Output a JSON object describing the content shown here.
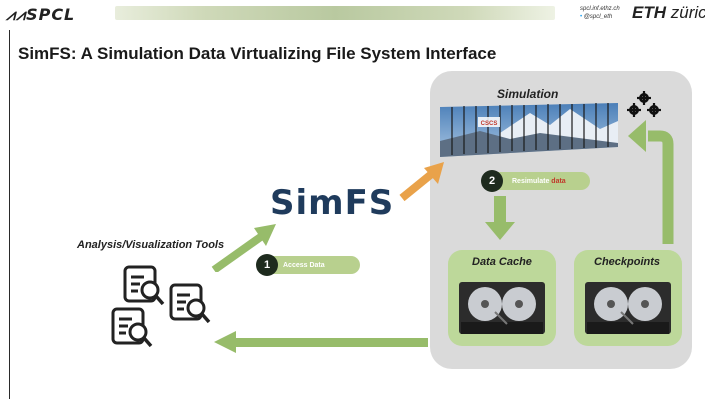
{
  "header": {
    "brand": "SPCL",
    "contact_line1": "spcl.inf.ethz.ch",
    "contact_line2": "@spcl_eth",
    "eth_bold": "ETH",
    "eth_rest": "zürich"
  },
  "slide": {
    "title": "SimFS: A Simulation Data Virtualizing File System Interface",
    "simulation_label": "Simulation",
    "simfs_logo": "SimFS",
    "tools_label": "Analysis/Visualization Tools",
    "step1": {
      "number": "1",
      "text": "Access Data"
    },
    "step2": {
      "number": "2",
      "text_prefix": "Resimulate ",
      "text_highlight": "data"
    },
    "data_cache_label": "Data Cache",
    "checkpoints_label": "Checkpoints",
    "cscs_label": "CSCS"
  },
  "colors": {
    "arrow_green": "#97bc6a",
    "arrow_orange": "#e9a24a",
    "panel_gray": "#dadada",
    "box_green": "#bdd89a",
    "simfs_navy": "#1f3b5c"
  }
}
